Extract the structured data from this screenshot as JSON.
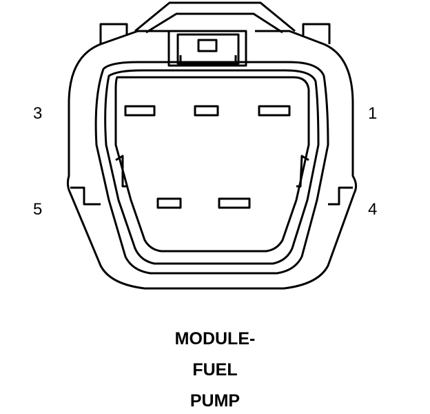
{
  "diagram": {
    "pin_labels": {
      "pin_3": "3",
      "pin_1": "1",
      "pin_5": "5",
      "pin_4": "4"
    },
    "caption": {
      "line1": "MODULE-",
      "line2": "FUEL",
      "line3": "PUMP"
    }
  }
}
